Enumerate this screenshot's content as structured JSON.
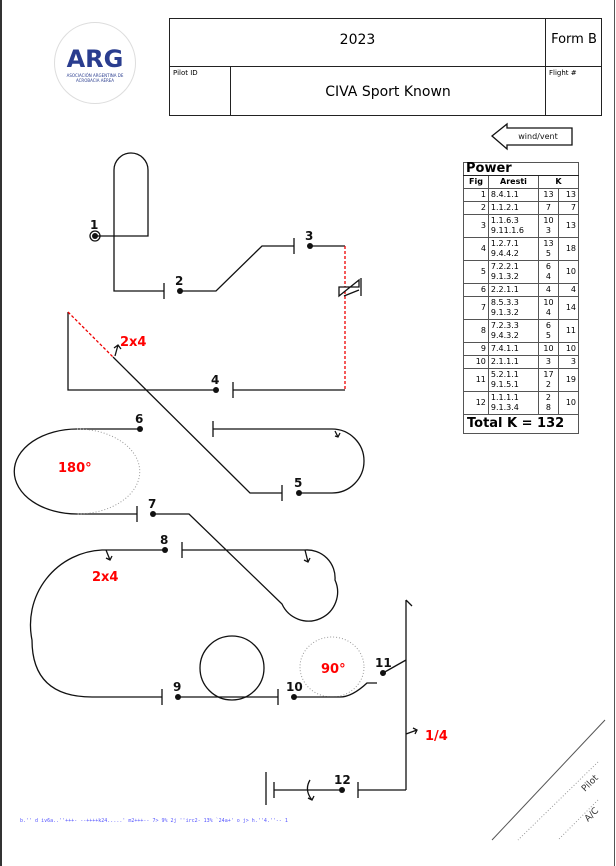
{
  "header": {
    "year": "2023",
    "form": "Form B",
    "pilot_id_label": "Pilot ID",
    "sequence_name": "CIVA Sport Known",
    "flight_label": "Flight #"
  },
  "logo": {
    "text": "ARG",
    "subtitle": "ASOCIACIÓN ARGENTINA DE ACROBACIA AÉREA"
  },
  "wind_label": "wind/vent",
  "table": {
    "title": "Power",
    "headers": [
      "Fig",
      "Aresti",
      "K"
    ],
    "rows": [
      {
        "fig": "1",
        "aresti": [
          "8.4.1.1"
        ],
        "k": [
          "13"
        ],
        "total": "13"
      },
      {
        "fig": "2",
        "aresti": [
          "1.1.2.1"
        ],
        "k": [
          "7"
        ],
        "total": "7"
      },
      {
        "fig": "3",
        "aresti": [
          "1.1.6.3",
          "9.11.1.6"
        ],
        "k": [
          "10",
          "3"
        ],
        "total": "13"
      },
      {
        "fig": "4",
        "aresti": [
          "1.2.7.1",
          "9.4.4.2"
        ],
        "k": [
          "13",
          "5"
        ],
        "total": "18"
      },
      {
        "fig": "5",
        "aresti": [
          "7.2.2.1",
          "9.1.3.2"
        ],
        "k": [
          "6",
          "4"
        ],
        "total": "10"
      },
      {
        "fig": "6",
        "aresti": [
          "2.2.1.1"
        ],
        "k": [
          "4"
        ],
        "total": "4"
      },
      {
        "fig": "7",
        "aresti": [
          "8.5.3.3",
          "9.1.3.2"
        ],
        "k": [
          "10",
          "4"
        ],
        "total": "14"
      },
      {
        "fig": "8",
        "aresti": [
          "7.2.3.3",
          "9.4.3.2"
        ],
        "k": [
          "6",
          "5"
        ],
        "total": "11"
      },
      {
        "fig": "9",
        "aresti": [
          "7.4.1.1"
        ],
        "k": [
          "10"
        ],
        "total": "10"
      },
      {
        "fig": "10",
        "aresti": [
          "2.1.1.1"
        ],
        "k": [
          "3"
        ],
        "total": "3"
      },
      {
        "fig": "11",
        "aresti": [
          "5.2.1.1",
          "9.1.5.1"
        ],
        "k": [
          "17",
          "2"
        ],
        "total": "19"
      },
      {
        "fig": "12",
        "aresti": [
          "1.1.1.1",
          "9.1.3.4"
        ],
        "k": [
          "2",
          "8"
        ],
        "total": "10"
      }
    ],
    "total": "Total K = 132"
  },
  "diagram": {
    "figure_numbers": [
      "1",
      "2",
      "3",
      "4",
      "5",
      "6",
      "7",
      "8",
      "9",
      "10",
      "11",
      "12"
    ],
    "annotations": {
      "a1": "2x4",
      "a2": "180°",
      "a3": "2x4",
      "a4": "90°",
      "a5": "1/4"
    }
  },
  "signature": {
    "pilot": "Pilot",
    "ac": "A/C"
  },
  "footer_code": "b.'' d iv6a..''+++- --++++k24.....' m2+++-- 7> 9% 2j ''irc2- 13% `24a+' o j> h.''4.''-- 1"
}
